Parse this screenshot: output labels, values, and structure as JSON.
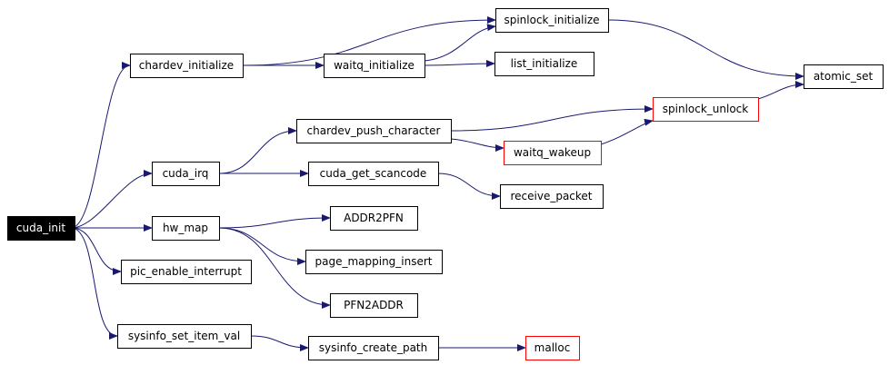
{
  "colors": {
    "edge": "#191970",
    "node_border": "#000000",
    "highlight_border": "#ff0000",
    "root_fill": "#000000",
    "root_text": "#ffffff",
    "node_fill": "#ffffff",
    "node_text": "#000000"
  },
  "nodes": [
    {
      "id": "cuda_init",
      "label": "cuda_init",
      "style": "root"
    },
    {
      "id": "chardev_initialize",
      "label": "chardev_initialize",
      "style": "normal"
    },
    {
      "id": "cuda_irq",
      "label": "cuda_irq",
      "style": "normal"
    },
    {
      "id": "hw_map",
      "label": "hw_map",
      "style": "normal"
    },
    {
      "id": "pic_enable_interrupt",
      "label": "pic_enable_interrupt",
      "style": "normal"
    },
    {
      "id": "sysinfo_set_item_val",
      "label": "sysinfo_set_item_val",
      "style": "normal"
    },
    {
      "id": "spinlock_initialize",
      "label": "spinlock_initialize",
      "style": "normal"
    },
    {
      "id": "waitq_initialize",
      "label": "waitq_initialize",
      "style": "normal"
    },
    {
      "id": "list_initialize",
      "label": "list_initialize",
      "style": "normal"
    },
    {
      "id": "atomic_set",
      "label": "atomic_set",
      "style": "normal"
    },
    {
      "id": "chardev_push_character",
      "label": "chardev_push_character",
      "style": "normal"
    },
    {
      "id": "spinlock_unlock",
      "label": "spinlock_unlock",
      "style": "highlight"
    },
    {
      "id": "waitq_wakeup",
      "label": "waitq_wakeup",
      "style": "highlight"
    },
    {
      "id": "cuda_get_scancode",
      "label": "cuda_get_scancode",
      "style": "normal"
    },
    {
      "id": "receive_packet",
      "label": "receive_packet",
      "style": "normal"
    },
    {
      "id": "ADDR2PFN",
      "label": "ADDR2PFN",
      "style": "normal"
    },
    {
      "id": "page_mapping_insert",
      "label": "page_mapping_insert",
      "style": "normal"
    },
    {
      "id": "PFN2ADDR",
      "label": "PFN2ADDR",
      "style": "normal"
    },
    {
      "id": "sysinfo_create_path",
      "label": "sysinfo_create_path",
      "style": "normal"
    },
    {
      "id": "malloc",
      "label": "malloc",
      "style": "highlight"
    }
  ],
  "edges": [
    [
      "cuda_init",
      "chardev_initialize"
    ],
    [
      "cuda_init",
      "cuda_irq"
    ],
    [
      "cuda_init",
      "hw_map"
    ],
    [
      "cuda_init",
      "pic_enable_interrupt"
    ],
    [
      "cuda_init",
      "sysinfo_set_item_val"
    ],
    [
      "chardev_initialize",
      "spinlock_initialize"
    ],
    [
      "chardev_initialize",
      "waitq_initialize"
    ],
    [
      "waitq_initialize",
      "spinlock_initialize"
    ],
    [
      "waitq_initialize",
      "list_initialize"
    ],
    [
      "spinlock_initialize",
      "atomic_set"
    ],
    [
      "spinlock_unlock",
      "atomic_set"
    ],
    [
      "cuda_irq",
      "chardev_push_character"
    ],
    [
      "cuda_irq",
      "cuda_get_scancode"
    ],
    [
      "chardev_push_character",
      "spinlock_unlock"
    ],
    [
      "chardev_push_character",
      "waitq_wakeup"
    ],
    [
      "waitq_wakeup",
      "spinlock_unlock"
    ],
    [
      "cuda_get_scancode",
      "receive_packet"
    ],
    [
      "hw_map",
      "ADDR2PFN"
    ],
    [
      "hw_map",
      "page_mapping_insert"
    ],
    [
      "hw_map",
      "PFN2ADDR"
    ],
    [
      "sysinfo_set_item_val",
      "sysinfo_create_path"
    ],
    [
      "sysinfo_create_path",
      "malloc"
    ]
  ]
}
